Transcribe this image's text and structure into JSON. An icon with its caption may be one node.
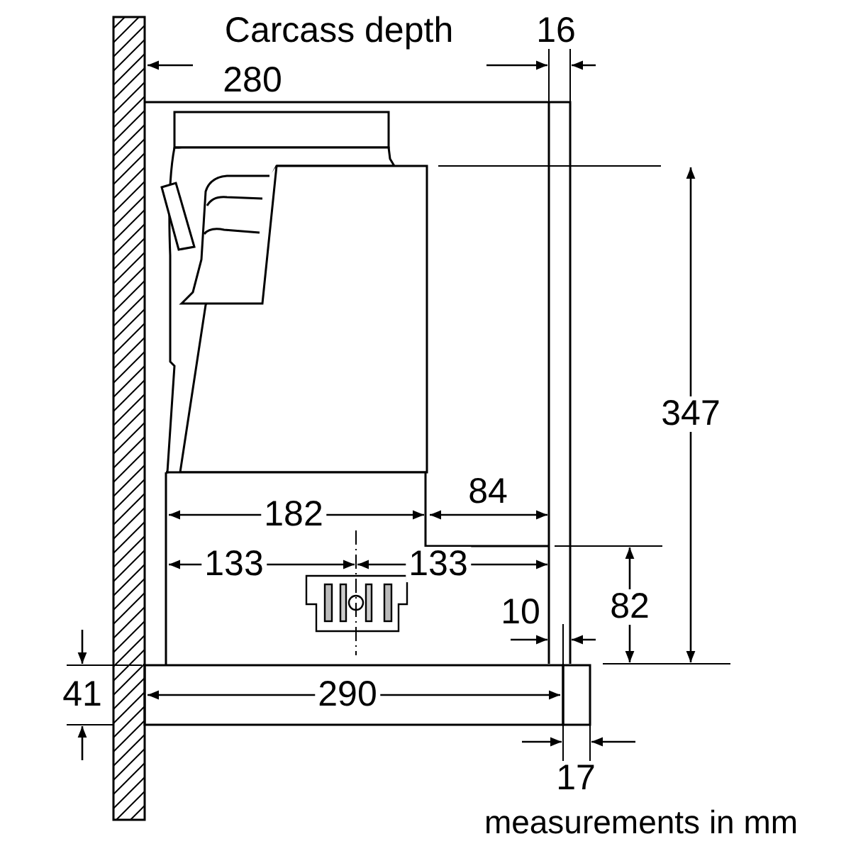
{
  "diagram": {
    "labels": [
      "Carcass depth",
      "280",
      "16",
      "347",
      "182",
      "84",
      "133",
      "133",
      "82",
      "10",
      "41",
      "290",
      "17",
      "measurements in mm"
    ]
  }
}
